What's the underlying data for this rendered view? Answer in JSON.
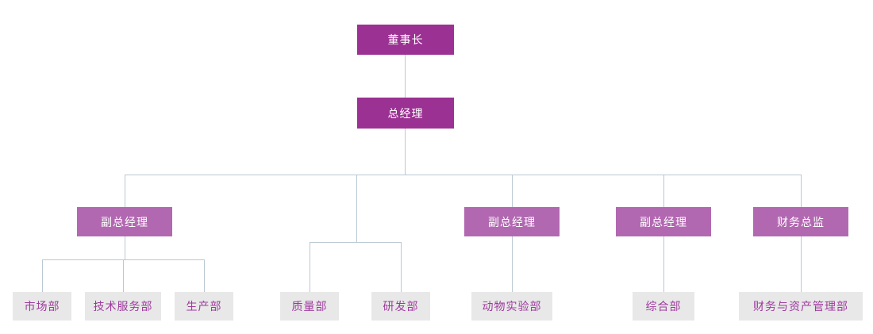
{
  "org": {
    "type": "org-chart",
    "nodes": {
      "chairman": {
        "label": "董事长",
        "level": 1
      },
      "general_manager": {
        "label": "总经理",
        "level": 2
      },
      "deputy_gm_1": {
        "label": "副总经理",
        "level": 3
      },
      "deputy_gm_2": {
        "label": "副总经理",
        "level": 3
      },
      "deputy_gm_3": {
        "label": "副总经理",
        "level": 3
      },
      "finance_director": {
        "label": "财务总监",
        "level": 3
      },
      "marketing_dept": {
        "label": "市场部",
        "level": 4
      },
      "tech_service_dept": {
        "label": "技术服务部",
        "level": 4
      },
      "production_dept": {
        "label": "生产部",
        "level": 4
      },
      "quality_dept": {
        "label": "质量部",
        "level": 4
      },
      "rnd_dept": {
        "label": "研发部",
        "level": 4
      },
      "animal_lab_dept": {
        "label": "动物实验部",
        "level": 4
      },
      "general_affairs_dept": {
        "label": "综合部",
        "level": 4
      },
      "finance_asset_dept": {
        "label": "财务与资产管理部",
        "level": 4
      }
    },
    "edges": [
      {
        "from": "chairman",
        "to": "general_manager"
      },
      {
        "from": "general_manager",
        "to": "deputy_gm_1"
      },
      {
        "from": "general_manager",
        "to": "quality_dept"
      },
      {
        "from": "general_manager",
        "to": "rnd_dept"
      },
      {
        "from": "general_manager",
        "to": "deputy_gm_2"
      },
      {
        "from": "general_manager",
        "to": "deputy_gm_3"
      },
      {
        "from": "general_manager",
        "to": "finance_director"
      },
      {
        "from": "deputy_gm_1",
        "to": "marketing_dept"
      },
      {
        "from": "deputy_gm_1",
        "to": "tech_service_dept"
      },
      {
        "from": "deputy_gm_1",
        "to": "production_dept"
      },
      {
        "from": "deputy_gm_2",
        "to": "animal_lab_dept"
      },
      {
        "from": "deputy_gm_3",
        "to": "general_affairs_dept"
      },
      {
        "from": "finance_director",
        "to": "finance_asset_dept"
      }
    ],
    "colors": {
      "executive_fill": "#9B3192",
      "manager_fill": "#B268B1",
      "department_fill": "#E8E8E8",
      "department_text": "#9E3A9E",
      "connector": "#B9C8D2",
      "background": "#FFFFFF"
    }
  }
}
